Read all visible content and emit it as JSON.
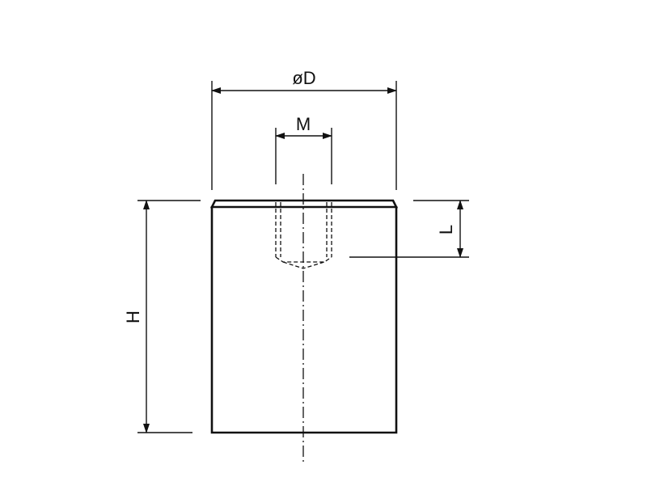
{
  "labels": {
    "diameter": "øD",
    "thread": "M",
    "height": "H",
    "depth": "L"
  }
}
